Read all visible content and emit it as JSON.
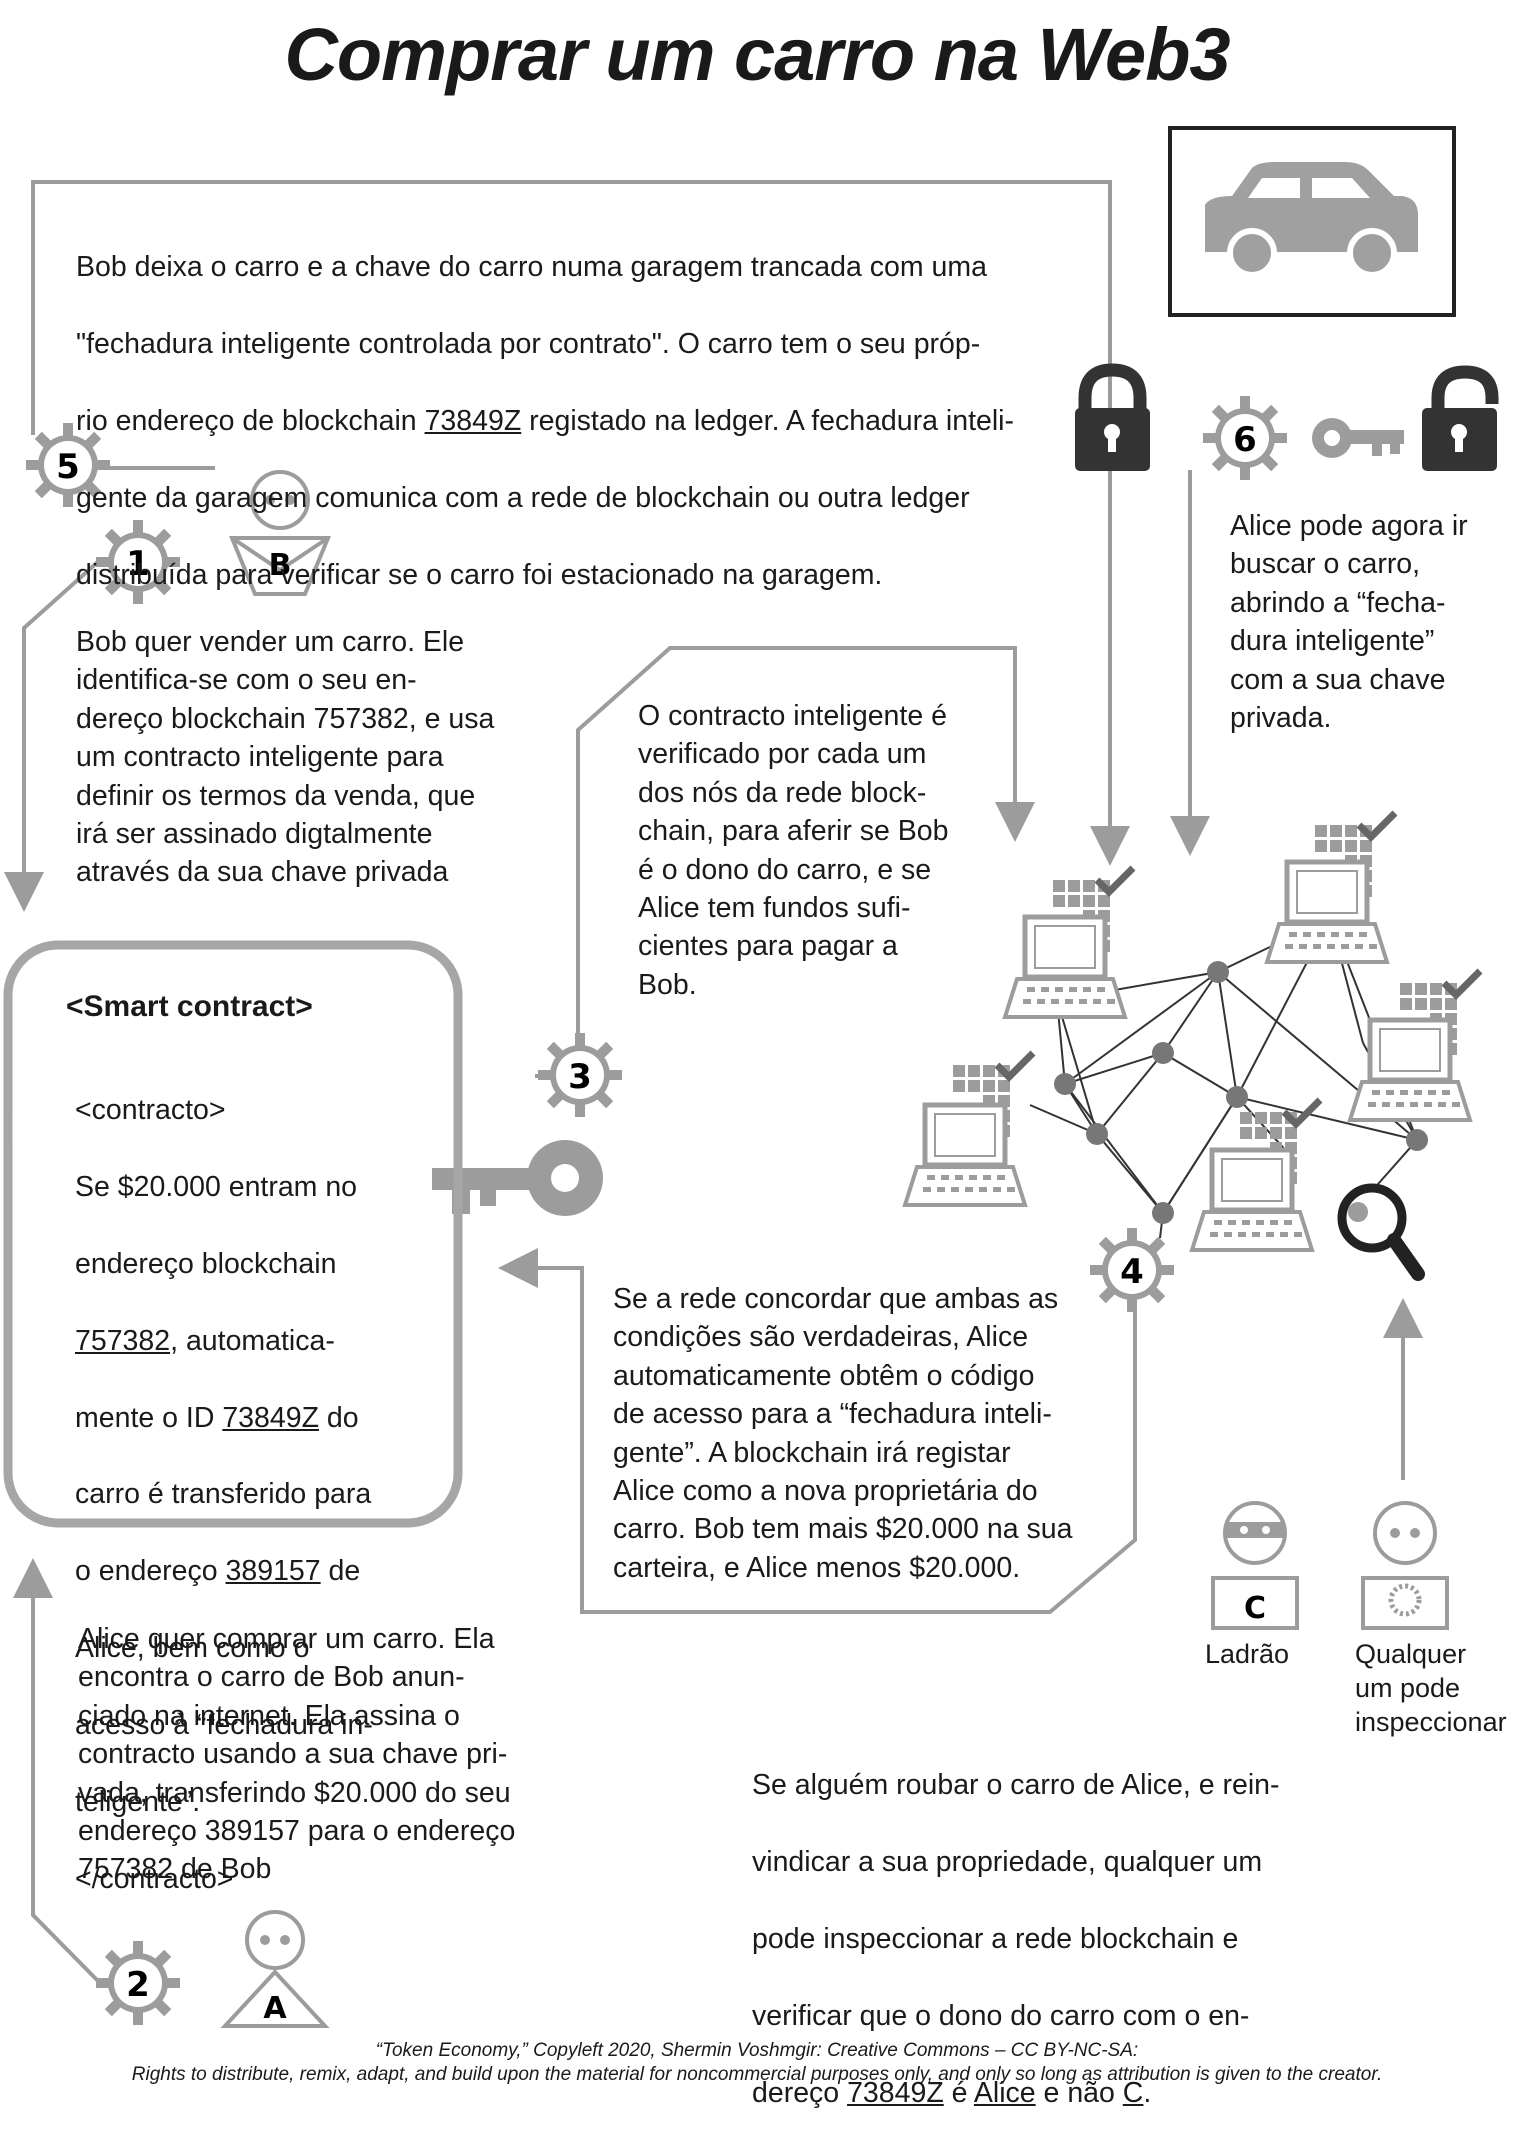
{
  "title": "Comprar um carro na Web3",
  "steps": {
    "s1": {
      "num": "1",
      "text": "Bob quer vender um carro. Ele\nidentifica-se com o seu en-\ndereço blockchain 757382, e usa\num contracto inteligente para\ndefinir os termos da venda, que\nirá ser assinado digtalmente\natravés da sua chave privada"
    },
    "s2": {
      "num": "2",
      "text": "Alice quer comprar um carro. Ela\nencontra o carro de Bob anun-\nciado na internet. Ela assina o\ncontracto usando a sua chave pri-\nvada, transferindo $20.000 do seu\nendereço 389157 para o endereço\n757382 de Bob"
    },
    "s3": {
      "num": "3",
      "text": "O contracto inteligente é\nverificado por cada um\ndos nós da rede block-\nchain, para aferir se Bob\né o dono do carro, e se\nAlice tem fundos sufi-\ncientes para pagar a\nBob."
    },
    "s4": {
      "num": "4",
      "text": "Se a rede concordar que ambas as\ncondições são verdadeiras, Alice\nautomaticamente obtêm o código\nde acesso para a “fechadura inteli-\ngente”. A blockchain irá registar\nAlice como a nova proprietária do\ncarro. Bob tem mais $20.000 na sua\ncarteira, e Alice menos $20.000."
    },
    "s5": {
      "num": "5",
      "text_l1": "Bob deixa o carro e a chave do carro numa garagem trancada com uma",
      "text_l2": "\"fechadura inteligente controlada por contrato\". O carro tem o seu próp-",
      "text_l3a": "rio endereço de blockchain ",
      "text_l3_addr": "73849Z",
      "text_l3b": " registado na ledger. A fechadura inteli-",
      "text_l4": "gente da garagem comunica com a rede de blockchain ou outra ledger",
      "text_l5": "distribuída para verificar se o carro foi estacionado na garagem."
    },
    "s6": {
      "num": "6",
      "text": "Alice pode agora ir\nbuscar o carro,\nabrindo a “fecha-\ndura inteligente”\ncom a sua chave\nprivada."
    }
  },
  "smart_contract": {
    "heading": "<Smart contract>",
    "l1": "<contracto>",
    "l2": "Se $20.000 entram no",
    "l3": "endereço blockchain",
    "l4_addr": "757382",
    "l4_rest": ", automatica-",
    "l5a": "mente o ID ",
    "l5_addr": "73849Z",
    "l5b": " do",
    "l6": "carro é transferido para",
    "l7a": "o endereço ",
    "l7_addr": "389157",
    "l7b": " de",
    "l8": "Alice, bem como o",
    "l9": "acesso à “fechadura in-",
    "l10": "teligente”.",
    "l11": "</contracto>"
  },
  "theft": {
    "l1": "Se alguém roubar o carro de Alice, e rein-",
    "l2": "vindicar a sua propriedade, qualquer um",
    "l3": "pode inspeccionar a rede blockchain e",
    "l4": "verificar que o dono do carro com o en-",
    "l5a": "dereço ",
    "l5_addr": "73849Z",
    "l5b": " é ",
    "l5_owner": "Alice",
    "l5c": " e não ",
    "l5_thief": "C",
    "l5d": "."
  },
  "persons": {
    "bob_letter": "B",
    "alice_letter": "A",
    "thief_letter": "C",
    "thief_label": "Ladrão",
    "inspector_label": "Qualquer\num pode\ninspeccionar"
  },
  "footer": {
    "line1": "“Token Economy,” Copyleft 2020, Shermin Voshmgir: Creative Commons – CC BY-NC-SA:",
    "line2": "Rights to distribute, remix, adapt, and build upon the material  for noncommercial purposes only, and only so long as attribution is given to the creator."
  },
  "colors": {
    "ink": "#1a1a1a",
    "gray": "#9c9c9c",
    "light_gray": "#bdbdbd",
    "dark_lock": "#333333"
  }
}
